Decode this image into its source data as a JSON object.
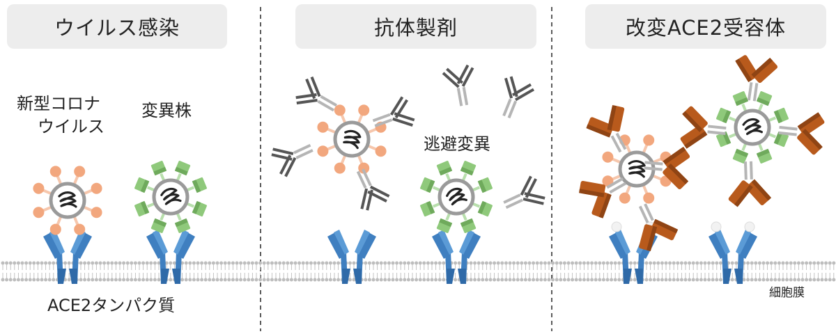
{
  "panels": [
    {
      "title": "ウイルス感染"
    },
    {
      "title": "抗体製剤"
    },
    {
      "title": "改変ACE2受容体"
    }
  ],
  "labels": {
    "wild_type_line1": "新型コロナ",
    "wild_type_line2": "ウイルス",
    "variant": "変異株",
    "escape_mutation": "逃避変異",
    "ace2_protein": "ACE2タンパク質",
    "cell_membrane": "細胞膜"
  },
  "colors": {
    "wild_type_spike": "#f2a77e",
    "variant_spike": "#8fc97b",
    "ace2_receptor": "#3f7fc0",
    "engineered_ace2": "#b85a1c",
    "antibody_dark": "#555555",
    "antibody_light": "#b5b5b5",
    "virus_shell": "#9a9a9a",
    "rna": "#222222",
    "membrane": "#bdbdbd"
  }
}
